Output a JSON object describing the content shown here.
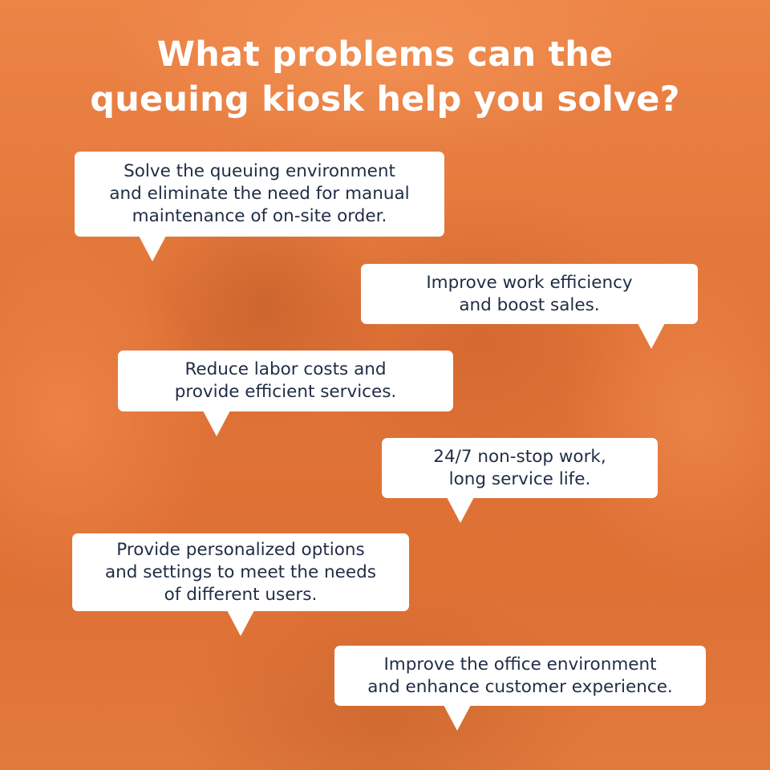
{
  "title": {
    "lines": [
      "What problems can the",
      "queuing kiosk help you solve?"
    ]
  },
  "bubbles": [
    {
      "lines": [
        "Solve the queuing environment",
        "and eliminate the need for manual",
        "maintenance of on-site order."
      ]
    },
    {
      "lines": [
        "Improve work efficiency",
        "and boost sales."
      ]
    },
    {
      "lines": [
        "Reduce labor costs and",
        "provide efficient services."
      ]
    },
    {
      "lines": [
        "24/7 non-stop work,",
        "long service life."
      ]
    },
    {
      "lines": [
        "Provide personalized options",
        "and settings to meet the needs",
        "of different users."
      ]
    },
    {
      "lines": [
        "Improve the office environment",
        "and enhance customer experience."
      ]
    }
  ],
  "colors": {
    "background": "#e5793e",
    "bubble": "#ffffff",
    "bubble_text": "#1f2d44",
    "title_text": "#ffffff"
  }
}
